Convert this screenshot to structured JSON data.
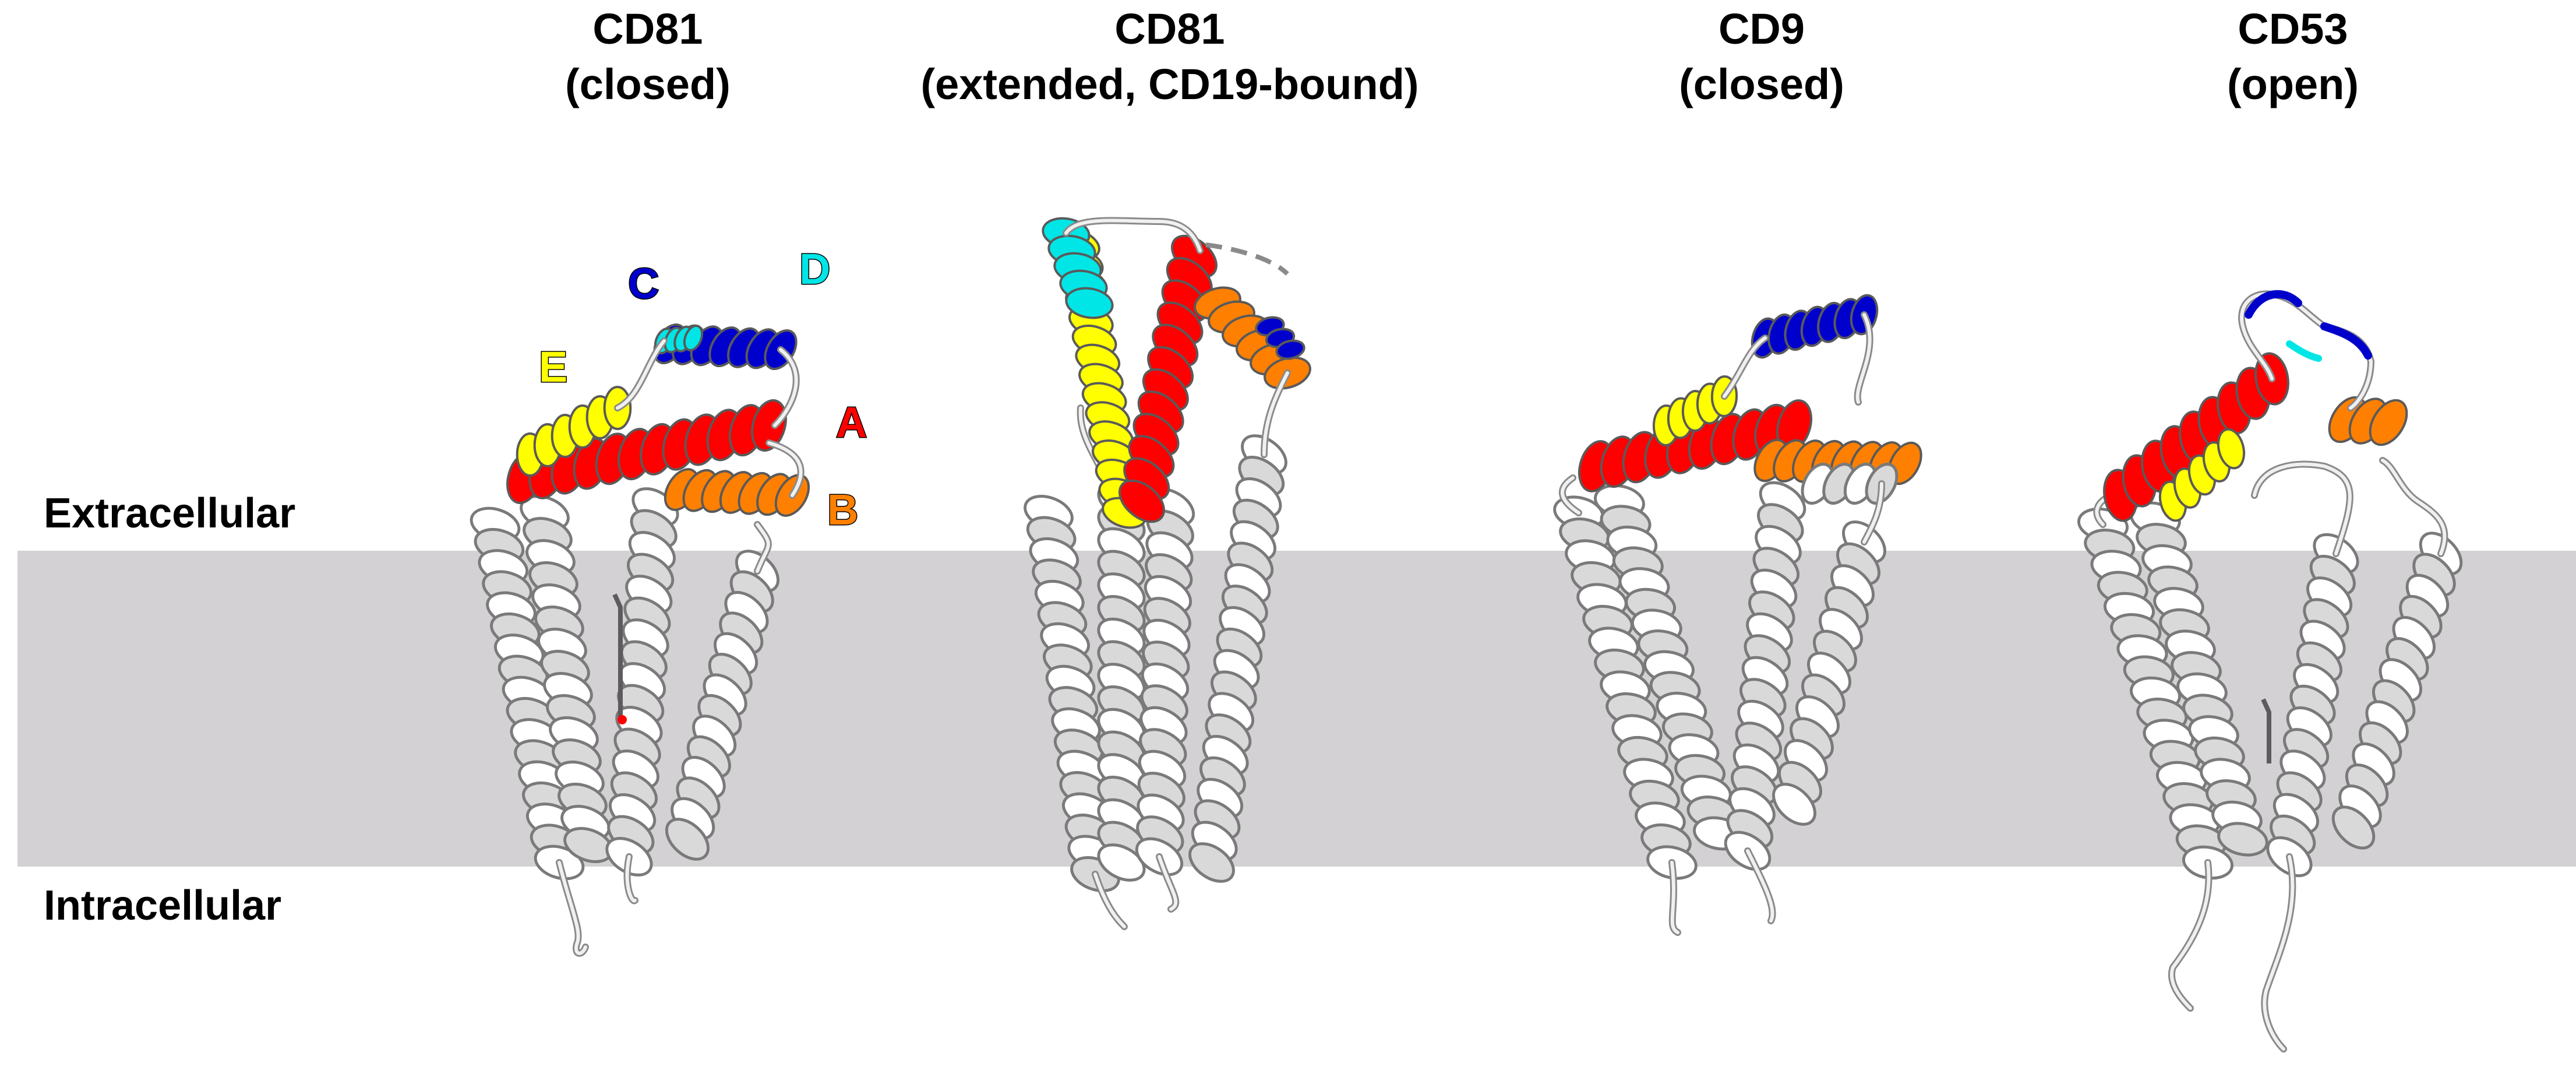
{
  "labels": {
    "extracellular": "Extracellular",
    "intracellular": "Intracellular"
  },
  "structures": [
    {
      "id": "cd81-closed",
      "name": "CD81",
      "state": "(closed)"
    },
    {
      "id": "cd81-extended",
      "name": "CD81",
      "state": "(extended, CD19-bound)"
    },
    {
      "id": "cd9-closed",
      "name": "CD9",
      "state": "(closed)"
    },
    {
      "id": "cd53-open",
      "name": "CD53",
      "state": "(open)"
    }
  ],
  "regions": [
    {
      "letter": "A",
      "color": "#ff0000"
    },
    {
      "letter": "B",
      "color": "#ff8000"
    },
    {
      "letter": "C",
      "color": "#0000cc"
    },
    {
      "letter": "D",
      "color": "#00e6e6"
    },
    {
      "letter": "E",
      "color": "#ffff00"
    }
  ],
  "colors": {
    "membrane": "#d3d1d3",
    "helix": "#ffffff",
    "outline": "#7a7a7a"
  }
}
